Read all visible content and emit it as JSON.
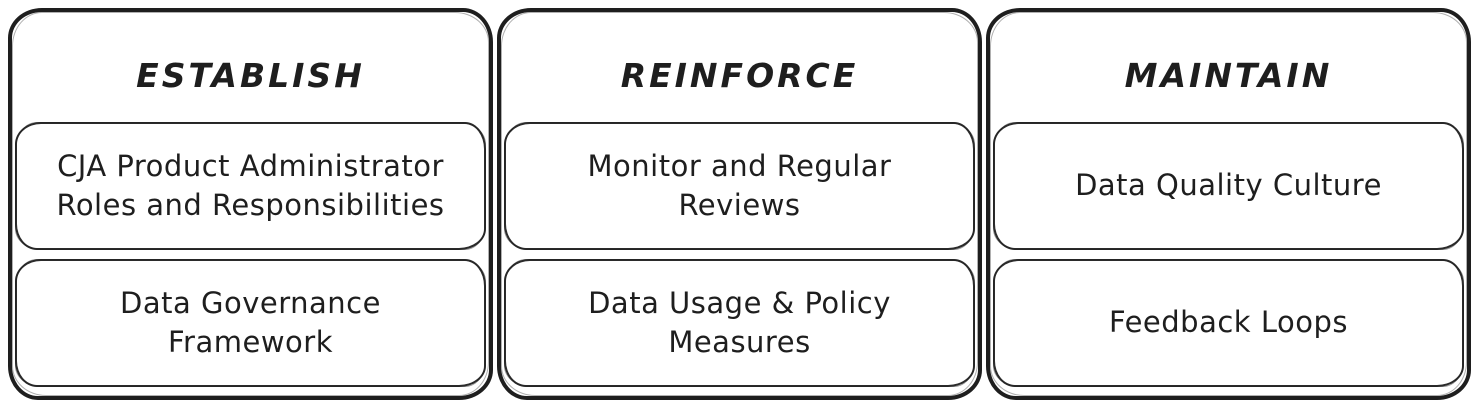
{
  "diagram": {
    "colors": {
      "stroke": "#1e1e1e",
      "background": "#ffffff"
    },
    "columns": [
      {
        "title": "ESTABLISH",
        "items": [
          "CJA Product Administrator Roles and Responsibilities",
          "Data Governance Framework"
        ]
      },
      {
        "title": "REINFORCE",
        "items": [
          "Monitor and Regular Reviews",
          "Data Usage & Policy Measures"
        ]
      },
      {
        "title": "MAINTAIN",
        "items": [
          "Data Quality Culture",
          "Feedback Loops"
        ]
      }
    ]
  }
}
